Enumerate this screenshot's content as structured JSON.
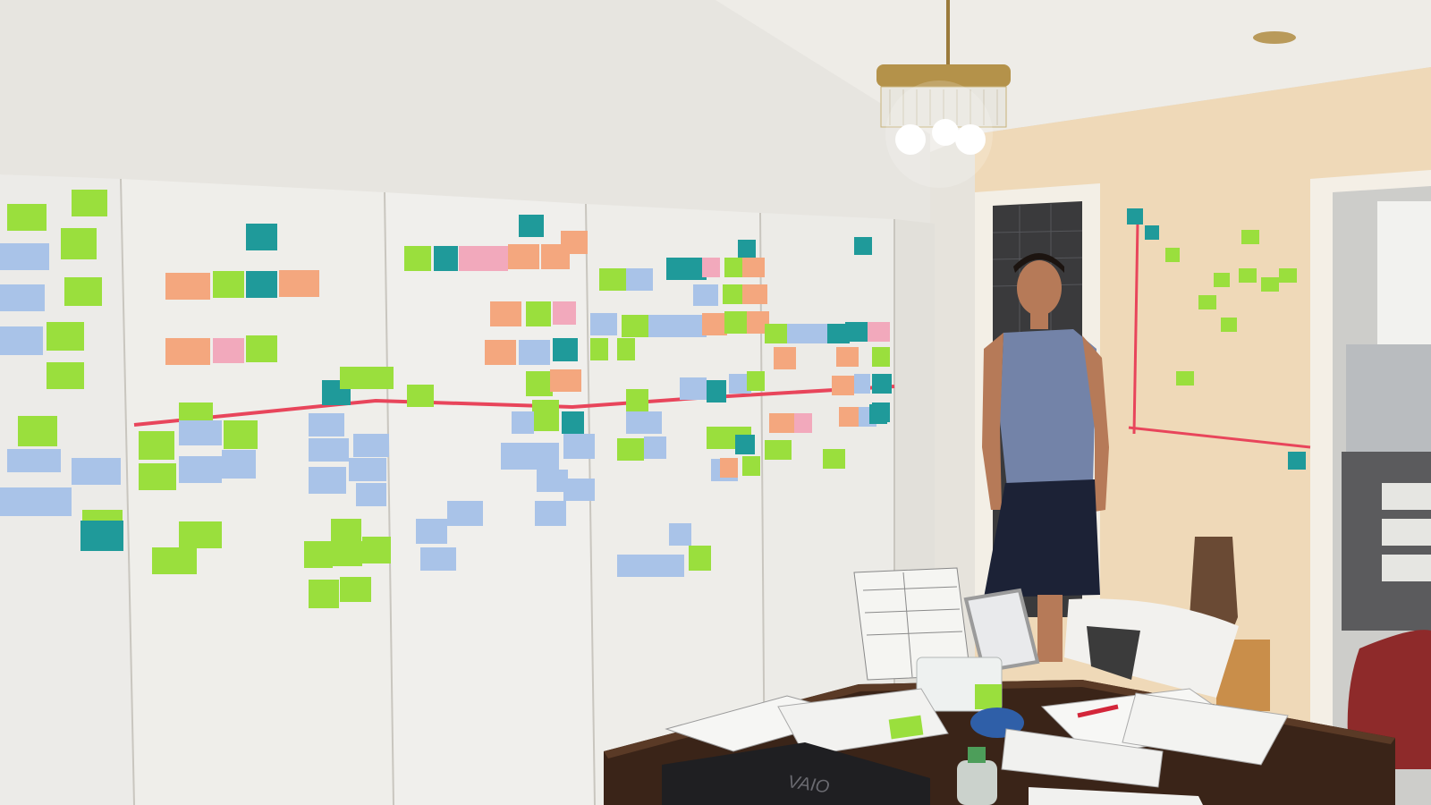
{
  "colors": {
    "ceiling": "#efede8",
    "wall_left": "#e9e8e3",
    "wall_right": "#efd9b8",
    "wardrobe": "#efefec",
    "tape": "#e8455b",
    "note_green": "#9adf3d",
    "note_teal": "#1f9a9a",
    "note_blue": "#a9c3e8",
    "note_orange": "#f4a77e",
    "note_pink": "#f2a9bc",
    "shirt": "#7383a8",
    "shorts": "#1c2236",
    "skin": "#b67a58",
    "desk": "#3a2418",
    "chair": "#8e2a2a"
  },
  "laptop_brand": "VAIO",
  "sticky_notes": [
    {
      "c": "green"
    },
    {
      "c": "green"
    },
    {
      "c": "blue"
    },
    {
      "c": "green"
    },
    {
      "c": "blue"
    },
    {
      "c": "green"
    },
    {
      "c": "blue"
    },
    {
      "c": "green"
    },
    {
      "c": "green"
    },
    {
      "c": "green"
    },
    {
      "c": "blue"
    },
    {
      "c": "blue"
    },
    {
      "c": "blue"
    },
    {
      "c": "green"
    },
    {
      "c": "teal"
    },
    {
      "c": "orange"
    },
    {
      "c": "green"
    },
    {
      "c": "teal"
    },
    {
      "c": "orange"
    },
    {
      "c": "orange"
    },
    {
      "c": "pink"
    },
    {
      "c": "green"
    },
    {
      "c": "green"
    },
    {
      "c": "green"
    },
    {
      "c": "green"
    },
    {
      "c": "blue"
    },
    {
      "c": "green"
    },
    {
      "c": "blue"
    },
    {
      "c": "blue"
    },
    {
      "c": "teal"
    },
    {
      "c": "green"
    },
    {
      "c": "green"
    },
    {
      "c": "blue"
    },
    {
      "c": "blue"
    },
    {
      "c": "blue"
    },
    {
      "c": "blue"
    },
    {
      "c": "blue"
    },
    {
      "c": "blue"
    },
    {
      "c": "teal"
    },
    {
      "c": "green"
    },
    {
      "c": "green"
    },
    {
      "c": "green"
    },
    {
      "c": "green"
    },
    {
      "c": "green"
    },
    {
      "c": "green"
    },
    {
      "c": "green"
    },
    {
      "c": "green"
    },
    {
      "c": "blue"
    },
    {
      "c": "teal"
    },
    {
      "c": "green"
    },
    {
      "c": "teal"
    },
    {
      "c": "pink"
    },
    {
      "c": "pink"
    },
    {
      "c": "orange"
    },
    {
      "c": "orange"
    },
    {
      "c": "orange"
    },
    {
      "c": "orange"
    },
    {
      "c": "green"
    },
    {
      "c": "pink"
    },
    {
      "c": "orange"
    },
    {
      "c": "blue"
    },
    {
      "c": "teal"
    },
    {
      "c": "green"
    },
    {
      "c": "orange"
    },
    {
      "c": "green"
    },
    {
      "c": "teal"
    },
    {
      "c": "blue"
    },
    {
      "c": "blue"
    },
    {
      "c": "blue"
    },
    {
      "c": "blue"
    },
    {
      "c": "blue"
    },
    {
      "c": "blue"
    },
    {
      "c": "blue"
    },
    {
      "c": "blue"
    },
    {
      "c": "teal"
    },
    {
      "c": "green"
    },
    {
      "c": "blue"
    },
    {
      "c": "teal"
    },
    {
      "c": "pink"
    },
    {
      "c": "green"
    },
    {
      "c": "orange"
    },
    {
      "c": "blue"
    },
    {
      "c": "green"
    },
    {
      "c": "orange"
    },
    {
      "c": "blue"
    },
    {
      "c": "green"
    },
    {
      "c": "blue"
    },
    {
      "c": "blue"
    },
    {
      "c": "orange"
    },
    {
      "c": "green"
    },
    {
      "c": "orange"
    },
    {
      "c": "green"
    },
    {
      "c": "green"
    },
    {
      "c": "blue"
    },
    {
      "c": "teal"
    },
    {
      "c": "blue"
    },
    {
      "c": "green"
    },
    {
      "c": "green"
    },
    {
      "c": "blue"
    },
    {
      "c": "green"
    },
    {
      "c": "blue"
    },
    {
      "c": "green"
    },
    {
      "c": "green"
    },
    {
      "c": "blue"
    },
    {
      "c": "blue"
    },
    {
      "c": "green"
    },
    {
      "c": "green"
    },
    {
      "c": "blue"
    },
    {
      "c": "blue"
    },
    {
      "c": "teal"
    },
    {
      "c": "teal"
    },
    {
      "c": "pink"
    },
    {
      "c": "orange"
    },
    {
      "c": "orange"
    },
    {
      "c": "green"
    },
    {
      "c": "teal"
    },
    {
      "c": "orange"
    },
    {
      "c": "blue"
    },
    {
      "c": "teal"
    },
    {
      "c": "orange"
    },
    {
      "c": "blue"
    },
    {
      "c": "teal"
    },
    {
      "c": "teal"
    },
    {
      "c": "orange"
    },
    {
      "c": "pink"
    },
    {
      "c": "green"
    },
    {
      "c": "green"
    },
    {
      "c": "blue"
    },
    {
      "c": "blue"
    },
    {
      "c": "green"
    },
    {
      "c": "teal"
    },
    {
      "c": "orange"
    },
    {
      "c": "teal"
    },
    {
      "c": "teal"
    },
    {
      "c": "teal"
    },
    {
      "c": "green"
    },
    {
      "c": "green"
    },
    {
      "c": "green"
    },
    {
      "c": "green"
    },
    {
      "c": "green"
    },
    {
      "c": "green"
    },
    {
      "c": "green"
    },
    {
      "c": "green"
    },
    {
      "c": "green"
    },
    {
      "c": "teal"
    }
  ]
}
